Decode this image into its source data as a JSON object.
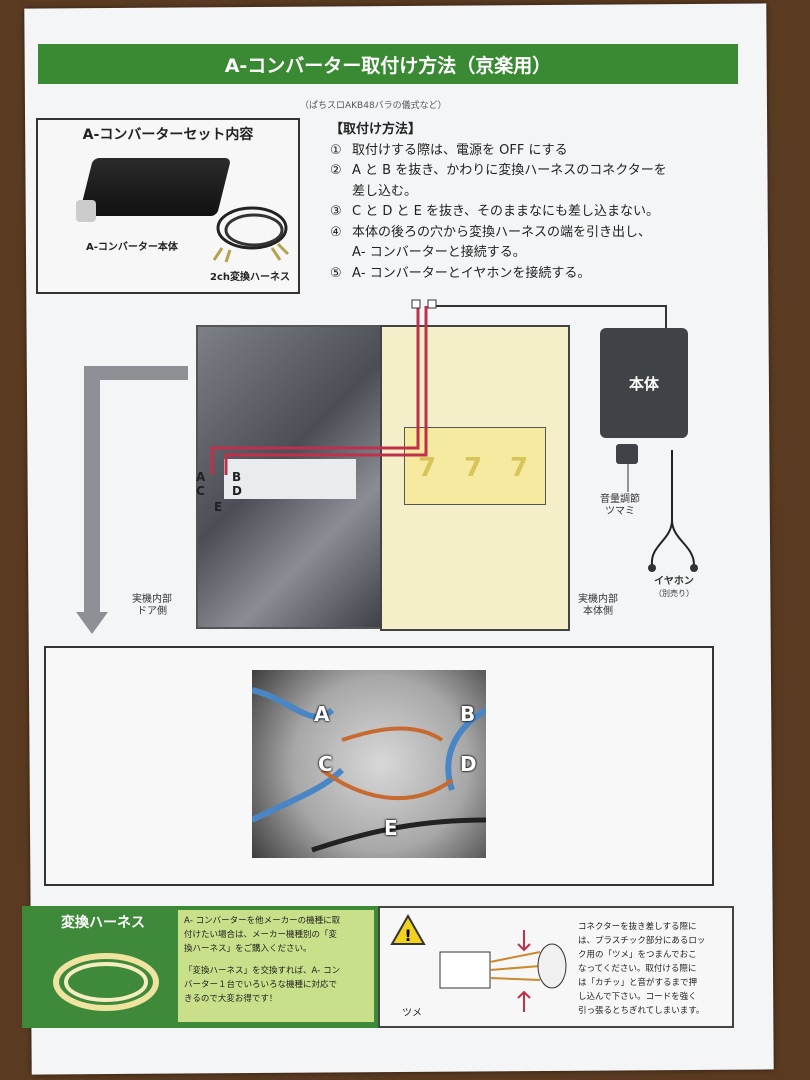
{
  "header": {
    "title": "A‑コンバーター取付け方法（京楽用）",
    "subtitle": "（ぱちスロAKB48バラの儀式など）"
  },
  "set_contents": {
    "title": "A‑コンバーターセット内容",
    "device_label": "A‑コンバーター本体",
    "harness_label": "2ch変換ハーネス"
  },
  "method": {
    "heading": "【取付け方法】",
    "steps": [
      {
        "num": "①",
        "lines": [
          "取付けする際は、電源を OFF にする"
        ]
      },
      {
        "num": "②",
        "lines": [
          "A と B を抜き、かわりに変換ハーネスのコネクターを",
          "差し込む。"
        ]
      },
      {
        "num": "③",
        "lines": [
          "C と D と E を抜き、そのままなにも差し込まない。"
        ]
      },
      {
        "num": "④",
        "lines": [
          "本体の後ろの穴から変換ハーネスの端を引き出し、",
          "A‑ コンバーターと接続する。"
        ]
      },
      {
        "num": "⑤",
        "lines": [
          "A‑ コンバーターとイヤホンを接続する。"
        ]
      }
    ]
  },
  "diagram": {
    "connectors": [
      "A",
      "B",
      "C",
      "D",
      "E"
    ],
    "door_side": [
      "実機内部",
      "ドア側"
    ],
    "body_side": [
      "実機内部",
      "本体側"
    ],
    "unit_label": "本体",
    "volume_label": [
      "音量調節",
      "ツマミ"
    ],
    "earphone_label": "イヤホン",
    "earphone_note": "（別売り）",
    "slot_symbols": [
      "7",
      "7",
      "7"
    ]
  },
  "photo_labels": [
    "A",
    "B",
    "C",
    "D",
    "E"
  ],
  "harness_info": {
    "title": "変換ハーネス",
    "text": [
      "A‑ コンバーターを他メーカーの機種に取",
      "付けたい場合は、メーカー機種別の「変",
      "換ハーネス」をご購入ください。",
      "",
      "「変換ハーネス」を交換すれば、A‑ コン",
      "バーター１台でいろいろな機種に対応で",
      "きるので大変お得です！"
    ]
  },
  "caution": {
    "tsume_label": "ツメ",
    "text": [
      "コネクターを抜き差しする際に",
      "は、プラスチック部分にあるロッ",
      "ク用の「ツメ」をつまんでおこ",
      "なってください。取付ける際に",
      "は「カチッ」と音がするまで押",
      "し込んで下さい。コードを強く",
      "引っ張るとちぎれてしまいます。"
    ]
  },
  "colors": {
    "accent_green": "#3a8a34",
    "panel_green": "#c9e08a",
    "wire_red": "#c0304a"
  }
}
